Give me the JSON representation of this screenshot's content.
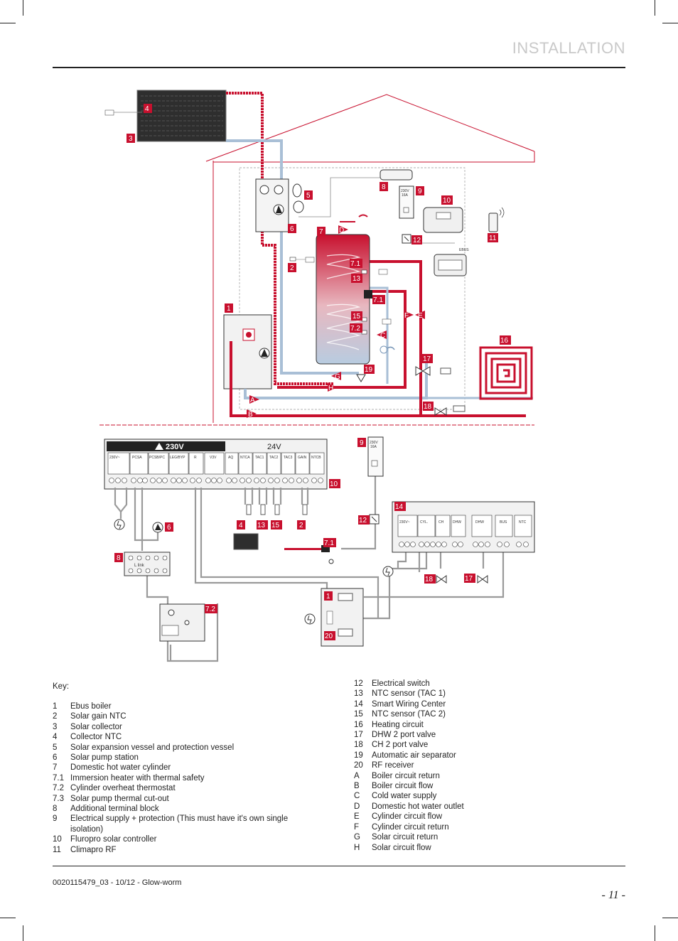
{
  "header": {
    "section_title": "INSTALLATION"
  },
  "upper_diagram": {
    "callouts": [
      "4",
      "3",
      "5",
      "6",
      "7",
      "8",
      "9",
      "10",
      "11",
      "12",
      "2",
      "1",
      "7.1",
      "13",
      "7.1",
      "15",
      "7.2",
      "F",
      "E",
      "C",
      "19",
      "17",
      "16",
      "18",
      "G",
      "H",
      "A",
      "B",
      "D"
    ],
    "breaker_label": "230V\n16A",
    "ebus_label": "EBUS"
  },
  "lower_diagram": {
    "zone_230v": "230V",
    "zone_24v": "24V",
    "terminal_groups": [
      "230V~",
      "PCSA",
      "PCSB/PC",
      "LEG/BYP",
      "R",
      "V3V",
      "AQ",
      "NTCA",
      "TAC1",
      "TAC2",
      "TAC3",
      "GAIN",
      "NTCB"
    ],
    "swc_groups": [
      "230V~",
      "CYL.",
      "CH",
      "DHW",
      "DHW",
      "BUS",
      "NTC"
    ],
    "link_label": "L link",
    "callouts": [
      "9",
      "10",
      "6",
      "8",
      "4",
      "13",
      "15",
      "2",
      "12",
      "14",
      "7.1",
      "18",
      "17",
      "7.2",
      "1",
      "20"
    ]
  },
  "key": {
    "title": "Key:",
    "left": [
      {
        "num": "1",
        "text": "Ebus boiler"
      },
      {
        "num": "2",
        "text": "Solar gain NTC"
      },
      {
        "num": "3",
        "text": "Solar collector"
      },
      {
        "num": "4",
        "text": "Collector NTC"
      },
      {
        "num": "5",
        "text": "Solar expansion vessel and protection vessel"
      },
      {
        "num": "6",
        "text": " Solar pump station"
      },
      {
        "num": "7",
        "text": "Domestic hot water cylinder"
      },
      {
        "num": "7.1",
        "text": "Immersion heater with thermal safety"
      },
      {
        "num": "7.2",
        "text": "Cylinder overheat thermostat"
      },
      {
        "num": "7.3",
        "text": "Solar pump thermal cut-out"
      },
      {
        "num": "8",
        "text": "Additional  terminal block"
      },
      {
        "num": "9",
        "text": "Electrical supply + protection (This must have it's own single isolation)"
      },
      {
        "num": "10",
        "text": "Fluropro solar controller"
      },
      {
        "num": "11",
        "text": "Climapro RF"
      }
    ],
    "right": [
      {
        "num": "12",
        "text": "Electrical switch"
      },
      {
        "num": "13",
        "text": "NTC sensor (TAC 1)"
      },
      {
        "num": "14",
        "text": "Smart Wiring Center"
      },
      {
        "num": "15",
        "text": "NTC sensor (TAC 2)"
      },
      {
        "num": "16",
        "text": "Heating circuit"
      },
      {
        "num": "17",
        "text": "DHW 2 port valve"
      },
      {
        "num": "18",
        "text": "CH 2 port valve"
      },
      {
        "num": "19",
        "text": "Automatic air separator"
      },
      {
        "num": "20",
        "text": "RF receiver"
      },
      {
        "num": "A",
        "text": "Boiler circuit return"
      },
      {
        "num": "B",
        "text": "Boiler circuit flow"
      },
      {
        "num": "C",
        "text": "Cold water supply"
      },
      {
        "num": "D",
        "text": "Domestic hot water outlet"
      },
      {
        "num": "E",
        "text": "Cylinder circuit flow"
      },
      {
        "num": "F",
        "text": "Cylinder circuit return"
      },
      {
        "num": "G",
        "text": "Solar circuit return"
      },
      {
        "num": "H",
        "text": "Solar circuit flow"
      }
    ]
  },
  "footer": {
    "doc_ref": "0020115479_03 - 10/12 - Glow-worm",
    "page_number": "- 11 -"
  },
  "colors": {
    "accent_red": "#c8102e",
    "pipe_blue": "#a9bfd6",
    "grey_wire": "#9a9a9a"
  }
}
